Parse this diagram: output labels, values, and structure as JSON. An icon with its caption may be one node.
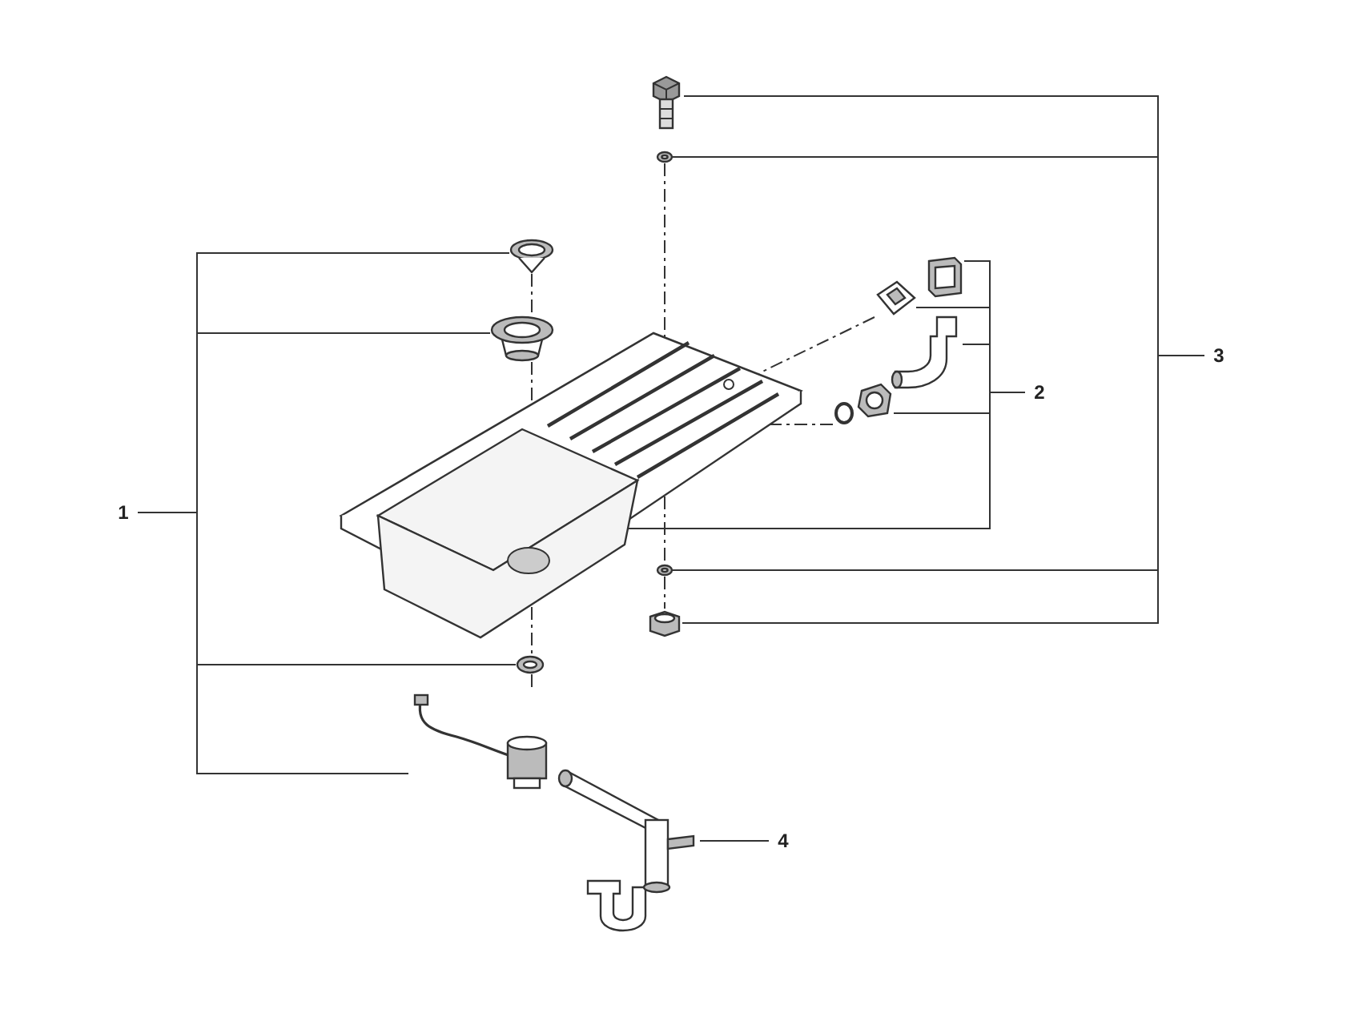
{
  "diagram": {
    "nodes": [
      {
        "text": [
          "1"
        ]
      },
      {
        "text": [],
        "shape": "picture"
      },
      {
        "text": [],
        "shape": "picture"
      },
      {
        "text": [],
        "shape": "picture"
      },
      {
        "text": [],
        "shape": "picture"
      },
      {
        "text": [
          "2"
        ]
      },
      {
        "text": [],
        "shape": "picture"
      },
      {
        "text": [],
        "shape": "picture"
      },
      {
        "text": [],
        "shape": "picture"
      },
      {
        "text": [],
        "shape": "picture"
      },
      {
        "text": [
          "3"
        ]
      },
      {
        "text": [],
        "shape": "picture"
      },
      {
        "text": [],
        "shape": "picture"
      },
      {
        "text": [],
        "shape": "picture"
      },
      {
        "text": [],
        "shape": "picture"
      },
      {
        "text": [
          "4"
        ]
      },
      {
        "text": [],
        "shape": "picture"
      },
      {
        "text": [],
        "shape": "picture"
      }
    ],
    "edges": [
      {
        "from": 0,
        "to": 1,
        "arrow": "none"
      },
      {
        "from": 0,
        "to": 2,
        "arrow": "none"
      },
      {
        "from": 0,
        "to": 3,
        "arrow": "none"
      },
      {
        "from": 0,
        "to": 4,
        "arrow": "none"
      },
      {
        "from": 5,
        "to": 6,
        "arrow": "none"
      },
      {
        "from": 5,
        "to": 7,
        "arrow": "none"
      },
      {
        "from": 5,
        "to": 8,
        "arrow": "none"
      },
      {
        "from": 5,
        "to": 9,
        "arrow": "none"
      },
      {
        "from": 5,
        "to": 17,
        "arrow": "none"
      },
      {
        "from": 10,
        "to": 11,
        "arrow": "none"
      },
      {
        "from": 10,
        "to": 12,
        "arrow": "none"
      },
      {
        "from": 10,
        "to": 13,
        "arrow": "none"
      },
      {
        "from": 10,
        "to": 14,
        "arrow": "none"
      },
      {
        "from": 15,
        "to": 16,
        "arrow": "none"
      },
      {
        "from": 1,
        "to": 2,
        "arrow": "none",
        "style": "dashed"
      },
      {
        "from": 2,
        "to": 17,
        "arrow": "none",
        "style": "dashed"
      },
      {
        "from": 17,
        "to": 3,
        "arrow": "none",
        "style": "dashed"
      },
      {
        "from": 3,
        "to": 4,
        "arrow": "none",
        "style": "dashed"
      },
      {
        "from": 12,
        "to": 17,
        "arrow": "none",
        "style": "dashed"
      },
      {
        "from": 17,
        "to": 13,
        "arrow": "none",
        "style": "dashed"
      },
      {
        "from": 13,
        "to": 14,
        "arrow": "none",
        "style": "dashed"
      },
      {
        "from": 7,
        "to": 17,
        "arrow": "none",
        "style": "dashed"
      },
      {
        "from": 9,
        "to": 17,
        "arrow": "none",
        "style": "dashed"
      }
    ]
  }
}
